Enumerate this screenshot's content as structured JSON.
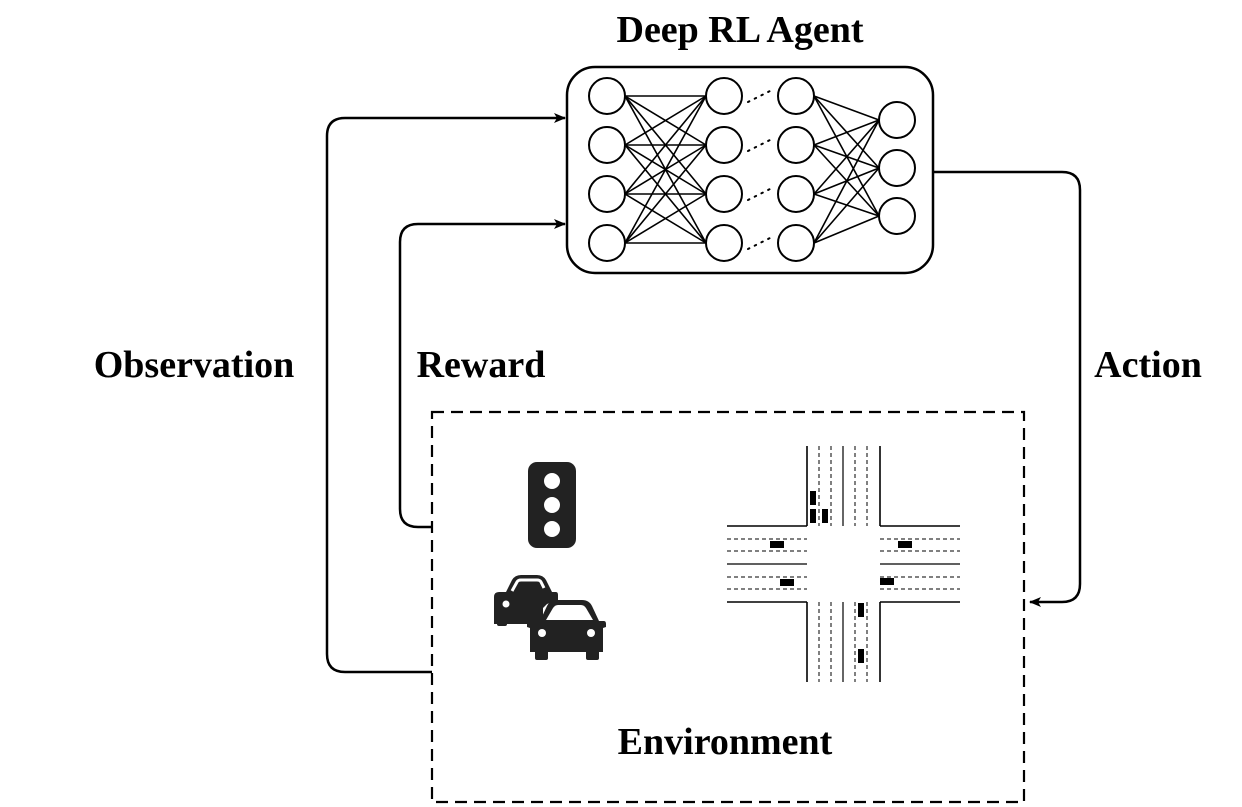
{
  "agent": {
    "title": "Deep RL Agent"
  },
  "environment": {
    "title": "Environment"
  },
  "edges": {
    "observation": "Observation",
    "reward": "Reward",
    "action": "Action"
  },
  "network": {
    "layers": [
      4,
      4,
      4,
      3
    ],
    "hidden_gap": "dotted"
  },
  "icons": {
    "traffic_light": "traffic-light-icon",
    "cars": "cars-icon",
    "intersection": "intersection-icon"
  },
  "colors": {
    "stroke": "#000000",
    "icon_fill": "#222222",
    "background": "#ffffff"
  }
}
